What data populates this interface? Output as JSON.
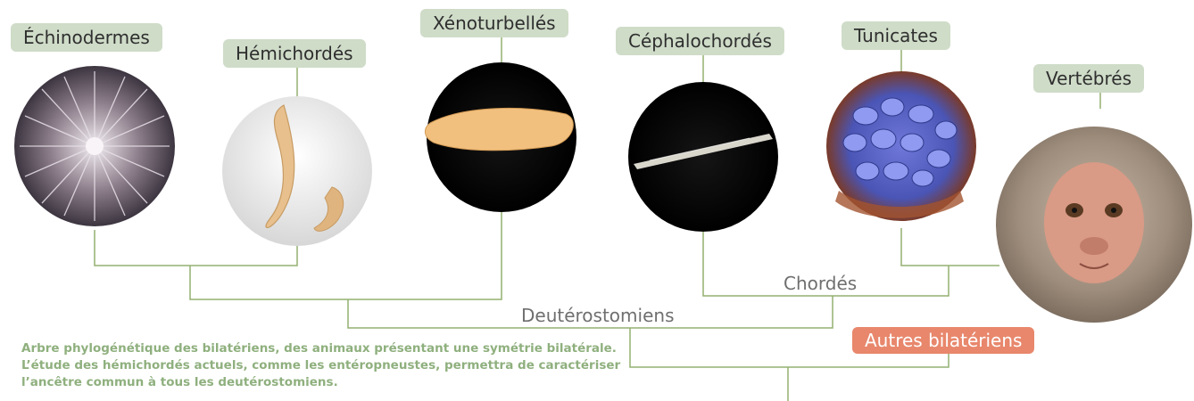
{
  "taxa": [
    {
      "name": "Échinodermes",
      "icon": "sea-urchin-icon"
    },
    {
      "name": "Hémichordés",
      "icon": "acorn-worm-icon"
    },
    {
      "name": "Xénoturbellés",
      "icon": "xenoturbella-icon"
    },
    {
      "name": "Céphalochordés",
      "icon": "lancelet-icon"
    },
    {
      "name": "Tunicates",
      "icon": "tunicate-colony-icon"
    },
    {
      "name": "Vertébrés",
      "icon": "macaque-icon"
    }
  ],
  "clades": {
    "chordes": "Chordés",
    "deuterostomiens": "Deutérostomiens",
    "autres_bilateriens": "Autres bilatériens"
  },
  "caption": "Arbre phylogénétique des bilatériens, des animaux présentant une symétrie bilatérale. L’étude des hémichordés actuels, comme les entéropneustes, permettra de caractériser l’ancêtre commun à tous les deutérostomiens.",
  "colors": {
    "branch": "#94b070",
    "label_bg": "#cfdcc8",
    "other_bg": "#e8876c",
    "caption": "#8fb07e",
    "clade_text": "#6f6f6f"
  }
}
